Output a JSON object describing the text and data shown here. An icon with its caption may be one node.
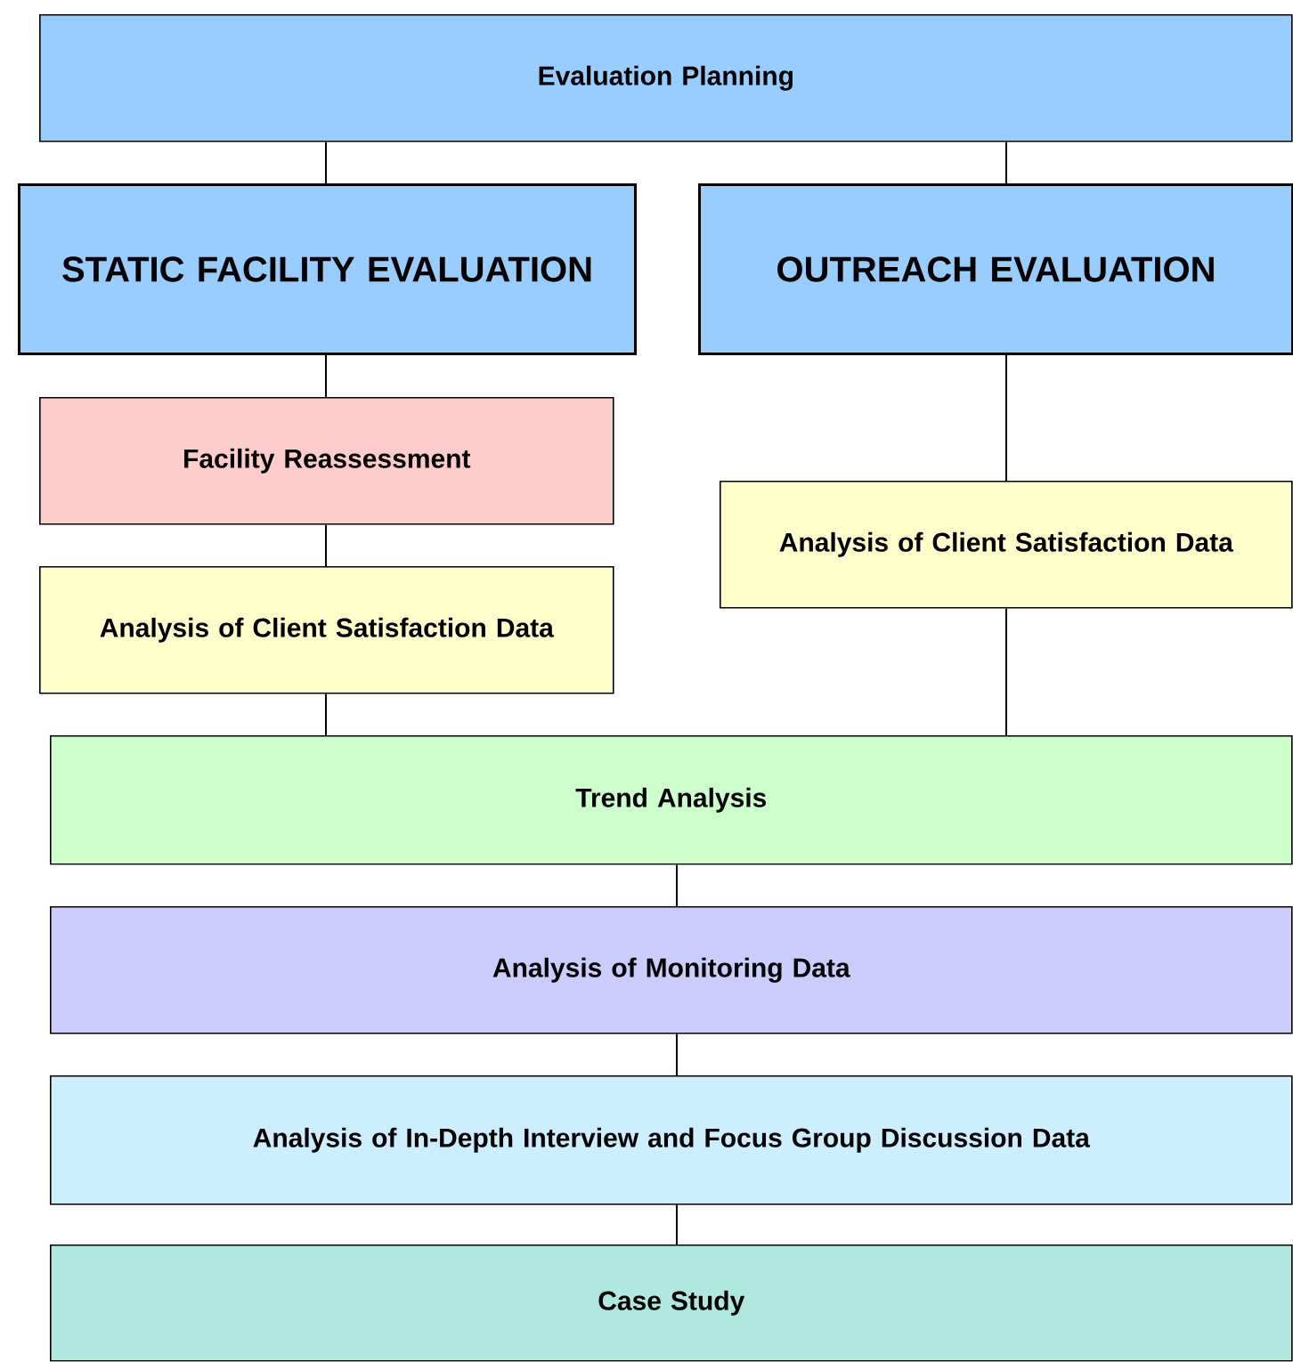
{
  "diagram": {
    "nodes": [
      {
        "text": [
          "Evaluation Planning"
        ]
      },
      {
        "text": [
          "STATIC FACILITY EVALUATION"
        ]
      },
      {
        "text": [
          "OUTREACH EVALUATION"
        ]
      },
      {
        "text": [
          "Facility Reassessment"
        ]
      },
      {
        "text": [
          "Analysis of Client Satisfaction Data"
        ]
      },
      {
        "text": [
          "Analysis of Client Satisfaction Data"
        ]
      },
      {
        "text": [
          "Trend Analysis"
        ]
      },
      {
        "text": [
          "Analysis of Monitoring Data"
        ]
      },
      {
        "text": [
          "Analysis of In-Depth Interview and Focus Group Discussion Data"
        ]
      },
      {
        "text": [
          "Case Study"
        ]
      }
    ],
    "edges": [
      {
        "from": 0,
        "to": 1,
        "arrow": "none"
      },
      {
        "from": 0,
        "to": 2,
        "arrow": "none"
      },
      {
        "from": 1,
        "to": 3,
        "arrow": "none"
      },
      {
        "from": 3,
        "to": 4,
        "arrow": "none"
      },
      {
        "from": 2,
        "to": 5,
        "arrow": "none"
      },
      {
        "from": 4,
        "to": 6,
        "arrow": "none"
      },
      {
        "from": 5,
        "to": 6,
        "arrow": "none"
      },
      {
        "from": 6,
        "to": 7,
        "arrow": "none"
      },
      {
        "from": 7,
        "to": 8,
        "arrow": "none"
      },
      {
        "from": 8,
        "to": 9,
        "arrow": "none"
      }
    ]
  }
}
